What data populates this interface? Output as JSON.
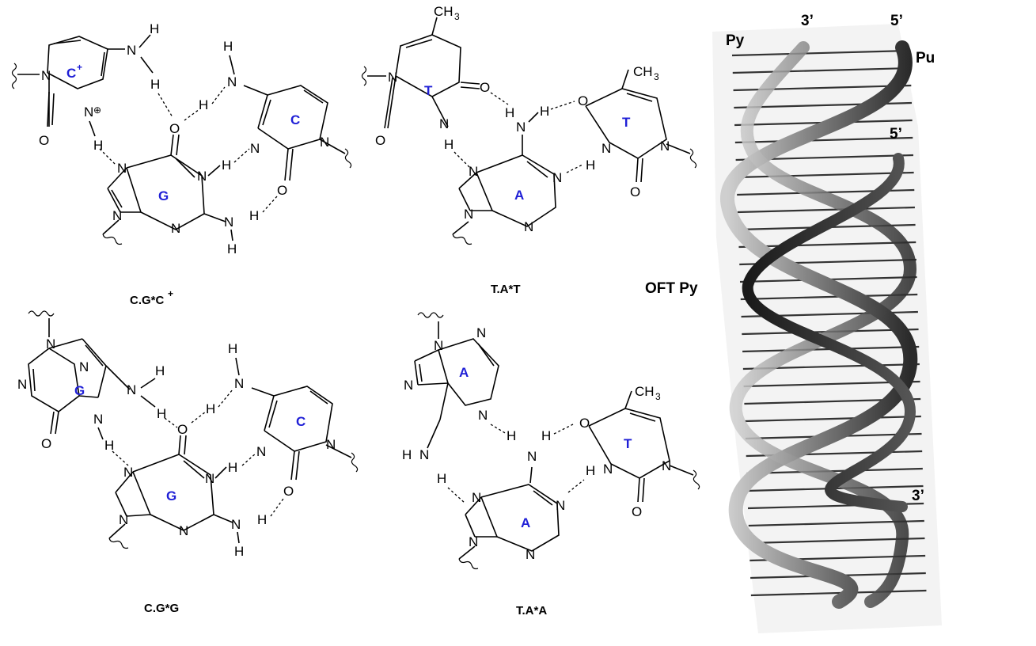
{
  "base_labels": {
    "c_plus": "C",
    "c_plus_sup": "+",
    "c": "C",
    "g": "G",
    "t": "T",
    "a": "A"
  },
  "atoms": {
    "n": "N",
    "o": "O",
    "h": "H",
    "ch3_c": "CH",
    "ch3_sub": "3",
    "charge": "⊕"
  },
  "captions": {
    "cgc_main": "C.G*C",
    "cgc_sup": "+",
    "tat": "T.A*T",
    "cgg": "C.G*G",
    "taa": "T.A*A"
  },
  "helix": {
    "py": "Py",
    "pu": "Pu",
    "three_prime_top": "3’",
    "five_prime_top": "5’",
    "five_prime_mid": "5’",
    "three_prime_bottom": "3’",
    "oft_py": "OFT Py"
  },
  "colors": {
    "base_label": "#1f1fd6",
    "strand_dark": "#1a1a1a",
    "strand_light": "#9a9a9a"
  }
}
